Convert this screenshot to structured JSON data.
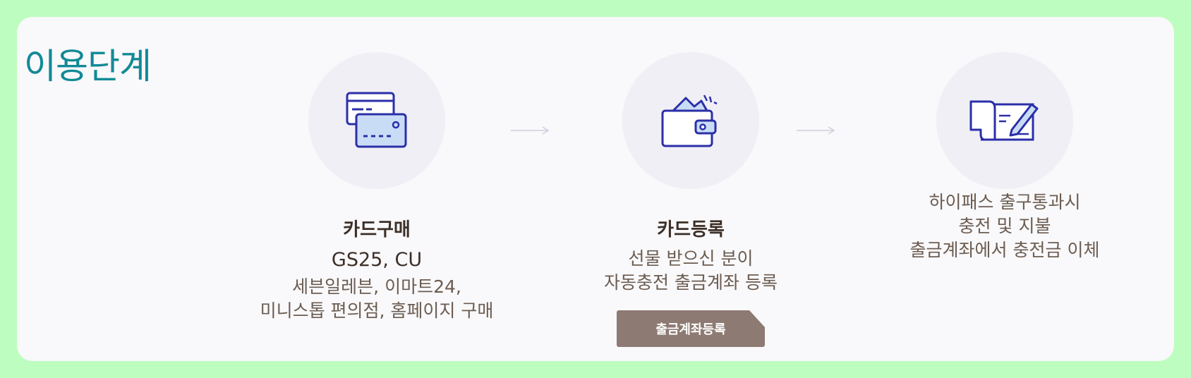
{
  "page_title": "이용단계",
  "steps": [
    {
      "icon": "credit-card-icon",
      "title": "카드구매",
      "desc_highlight": "GS25, CU",
      "desc_lines": [
        "세븐일레븐, 이마트24,",
        "미니스톱 편의점, 홈페이지 구매"
      ]
    },
    {
      "icon": "wallet-icon",
      "title": "카드등록",
      "desc_lines": [
        "선물 받으신 분이",
        "자동충전 출금계좌 등록"
      ],
      "button_label": "출금계좌등록"
    },
    {
      "icon": "check-pen-icon",
      "title": "",
      "desc_lines": [
        "하이패스 출구통과시",
        "충전 및 지불",
        "출금계좌에서 충전금 이체"
      ]
    }
  ],
  "colors": {
    "background": "#bdfdbf",
    "panel": "#f9f8fa",
    "title": "#118a96",
    "icon": "#2b2fa8",
    "button": "#8d7a72"
  }
}
